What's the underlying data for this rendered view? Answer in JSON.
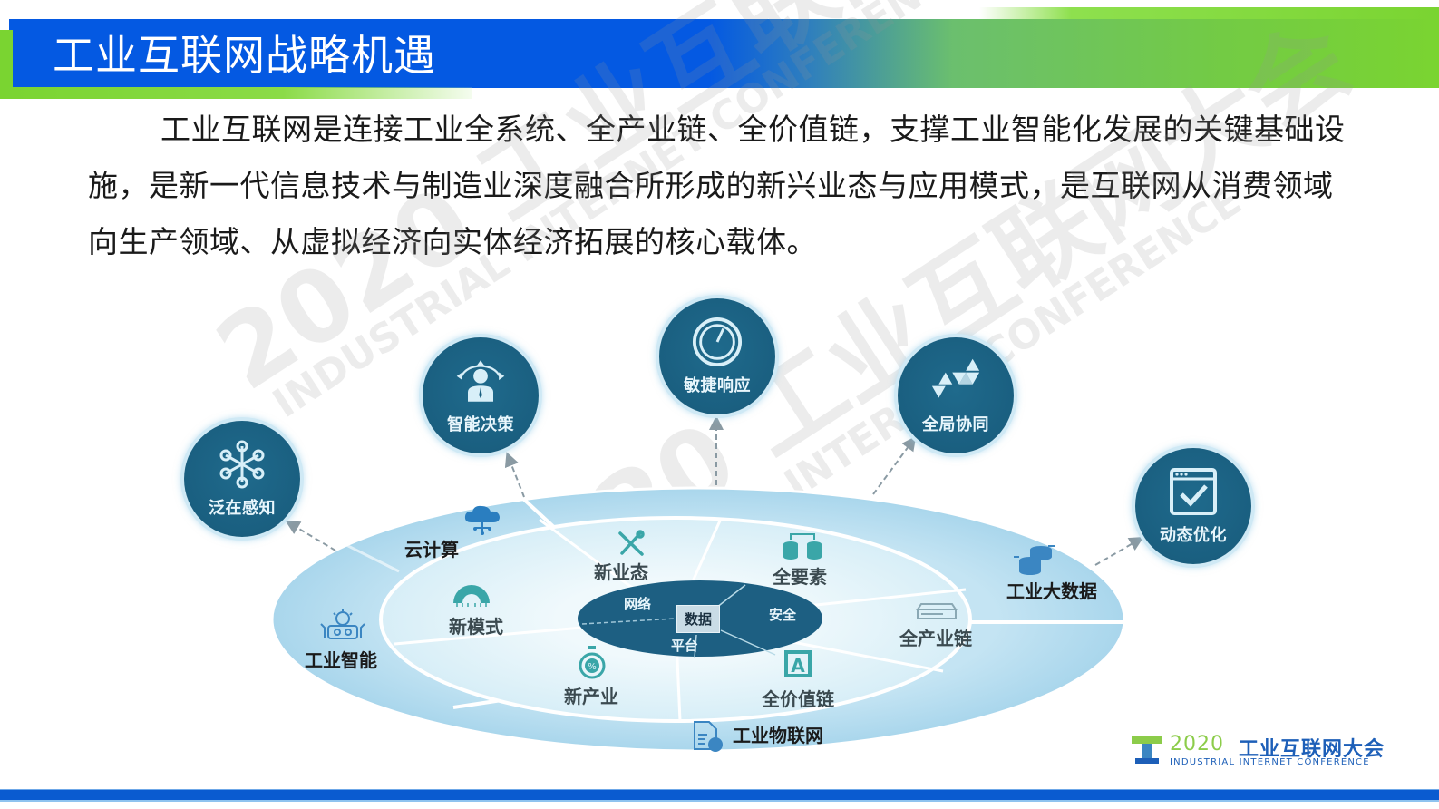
{
  "header": {
    "title": "工业互联网战略机遇"
  },
  "intro": {
    "paragraph": "工业互联网是连接工业全系统、全产业链、全价值链，支撑工业智能化发展的关键基础设施，是新一代信息技术与制造业深度融合所形成的新兴业态与应用模式，是互联网从消费领域向生产领域、从虚拟经济向实体经济拓展的核心载体。"
  },
  "watermark": {
    "main": "2020 工业互联网大会",
    "sub": "INDUSTRIAL INTERNET CONFERENCE"
  },
  "diagram": {
    "colors": {
      "node_fill": "#1a5f80",
      "node_ring": "#cfe9f5",
      "outer_ring": "#b6dcef",
      "middle_ring": "#e3f3f9",
      "core": "#1d5f82"
    },
    "capabilities": [
      {
        "label": "泛在感知",
        "icon": "network-hub-icon"
      },
      {
        "label": "智能决策",
        "icon": "decision-person-icon"
      },
      {
        "label": "敏捷响应",
        "icon": "gauge-icon"
      },
      {
        "label": "全局协同",
        "icon": "triangles-icon"
      },
      {
        "label": "动态优化",
        "icon": "checkbox-window-icon"
      }
    ],
    "outer_ring": [
      {
        "label": "云计算",
        "icon": "cloud-icon"
      },
      {
        "label": "工业智能",
        "icon": "lightbulb-brain-icon"
      },
      {
        "label": "工业物联网",
        "icon": "document-globe-icon"
      },
      {
        "label": "工业大数据",
        "icon": "database-icon"
      }
    ],
    "middle_ring": [
      {
        "label": "新业态",
        "icon": "tools-icon"
      },
      {
        "label": "全要素",
        "icon": "linked-databases-icon"
      },
      {
        "label": "新模式",
        "icon": "protractor-icon"
      },
      {
        "label": "全产业链",
        "icon": "server-rack-icon"
      },
      {
        "label": "新产业",
        "icon": "stopwatch-percent-icon"
      },
      {
        "label": "全价值链",
        "icon": "letter-a-icon"
      }
    ],
    "core": {
      "network": "网络",
      "data": "数据",
      "security": "安全",
      "platform": "平台"
    }
  },
  "footer": {
    "logo_year": "2020",
    "logo_name": "工业互联网大会",
    "logo_sub": "INDUSTRIAL INTERNET CONFERENCE"
  }
}
